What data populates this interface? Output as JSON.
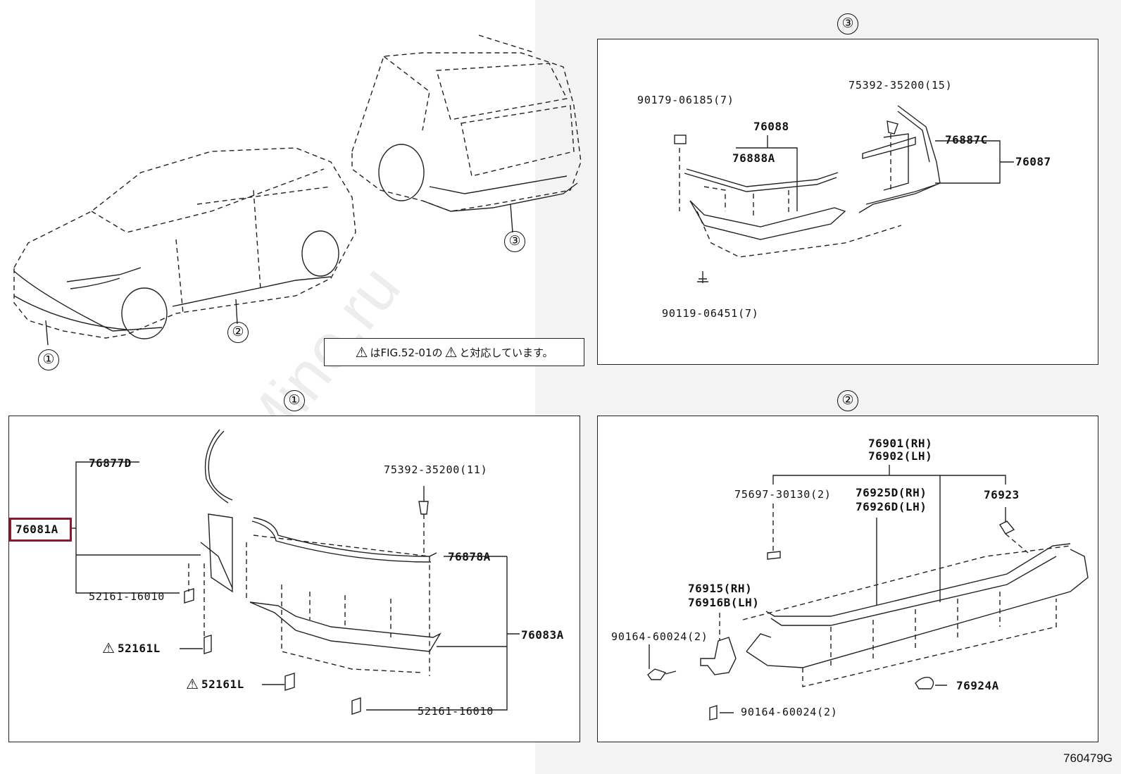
{
  "diagram_ref": "760479G",
  "watermark": "ToyotaCarMine.ru",
  "overview": {
    "callouts": [
      "①",
      "②",
      "③"
    ],
    "note": {
      "text_before": "はFIG.52-01の",
      "text_after": "と対応しています。"
    }
  },
  "panel_3": {
    "title": "③",
    "labels": {
      "clip_a": "90179-06185(7)",
      "clip_b": "75392-35200(15)",
      "p76088": "76088",
      "p76888a": "76888A",
      "p76887c": "76887C",
      "p76087": "76087",
      "bolt": "90119-06451(7)"
    }
  },
  "panel_1": {
    "title": "①",
    "labels": {
      "p76877d": "76877D",
      "p76081a": "76081A",
      "clip_top": "75392-35200(11)",
      "p76878a": "76878A",
      "clip_mid": "52161-16010",
      "warn1": "52161L",
      "warn2": "52161L",
      "p76083a": "76083A",
      "clip_bottom": "52161-16010"
    }
  },
  "panel_2": {
    "title": "②",
    "labels": {
      "rh1": "76901(RH)",
      "lh1": "76902(LH)",
      "clip": "75697-30130(2)",
      "rh2": "76925D(RH)",
      "lh2": "76926D(LH)",
      "p76923": "76923",
      "rh3": "76915(RH)",
      "lh3": "76916B(LH)",
      "screw_a": "90164-60024(2)",
      "screw_b": "90164-60024(2)",
      "p76924a": "76924A"
    }
  }
}
